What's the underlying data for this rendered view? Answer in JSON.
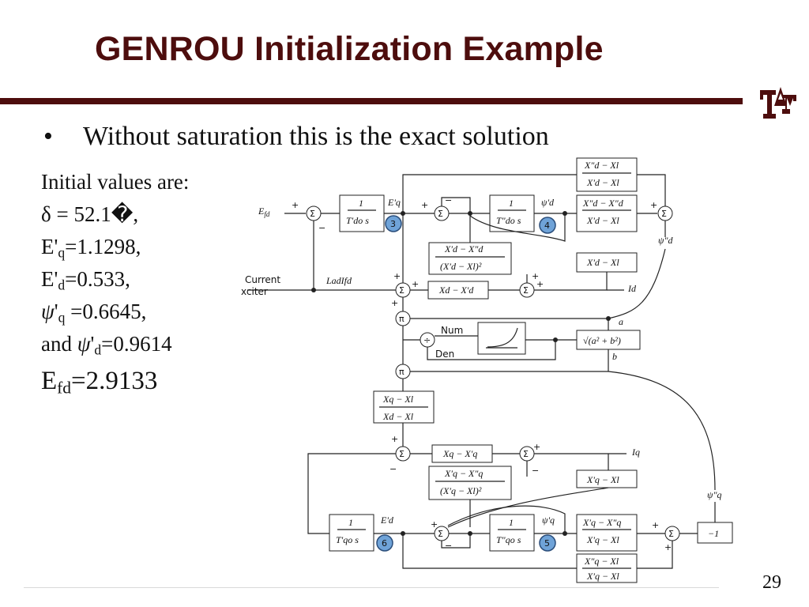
{
  "slide": {
    "title": "GENROU Initialization Example",
    "bullet": "Without saturation this is the exact solution",
    "page_number": "29"
  },
  "values": {
    "intro": "Initial values are:",
    "delta": "δ = 52.1�,",
    "eq_prefix": "E'",
    "eq_sub": "q",
    "eq_value": "=1.1298,",
    "ed_prefix": "E'",
    "ed_sub": "d",
    "ed_value": "=0.533,",
    "psiq_symbol": "ψ",
    "psiq_prime": "'",
    "psiq_sub": "q",
    "psiq_value": " =0.6645,",
    "and_word": "and ",
    "psid_symbol": "ψ",
    "psid_prime": "'",
    "psid_sub": "d",
    "psid_value": "=0.9614",
    "efd_prefix": "E",
    "efd_sub": "fd",
    "efd_value": "=2.9133"
  },
  "diagram": {
    "efd_in": "E",
    "efd_in_sub": "fd",
    "current_label": "Current",
    "exciter_label": "xciter",
    "ladifd": "LadIfd",
    "eq_out": "E'q",
    "ed_out": "E'd",
    "psid_prime": "ψ'd",
    "psiq_prime": "ψ'q",
    "psid_dd": "ψ\"d",
    "psiq_dd": "ψ\"q",
    "id": "Id",
    "iq": "Iq",
    "num": "Num",
    "den": "Den",
    "a": "a",
    "b": "b",
    "sqrt": "√(a² + b²)",
    "minus_one": "−1",
    "blk_tdo": "T'do s",
    "blk_tdo2": "T\"do s",
    "blk_tqo": "T'qo s",
    "blk_tqo2": "T\"qo s",
    "xd_xdp": "Xd − X'd",
    "xq_xqp": "Xq − X'q",
    "xdp_xl": "X'd − Xl",
    "xqp_xl": "X'q − Xl",
    "one": "1",
    "badges": [
      "3",
      "4",
      "5",
      "6"
    ]
  },
  "colors": {
    "title": "#4d0d0d",
    "rule": "#4d0d0d",
    "badge": "#6fa3d8"
  },
  "logo": {
    "text": "ATM",
    "icon": "texas-am-logo"
  }
}
